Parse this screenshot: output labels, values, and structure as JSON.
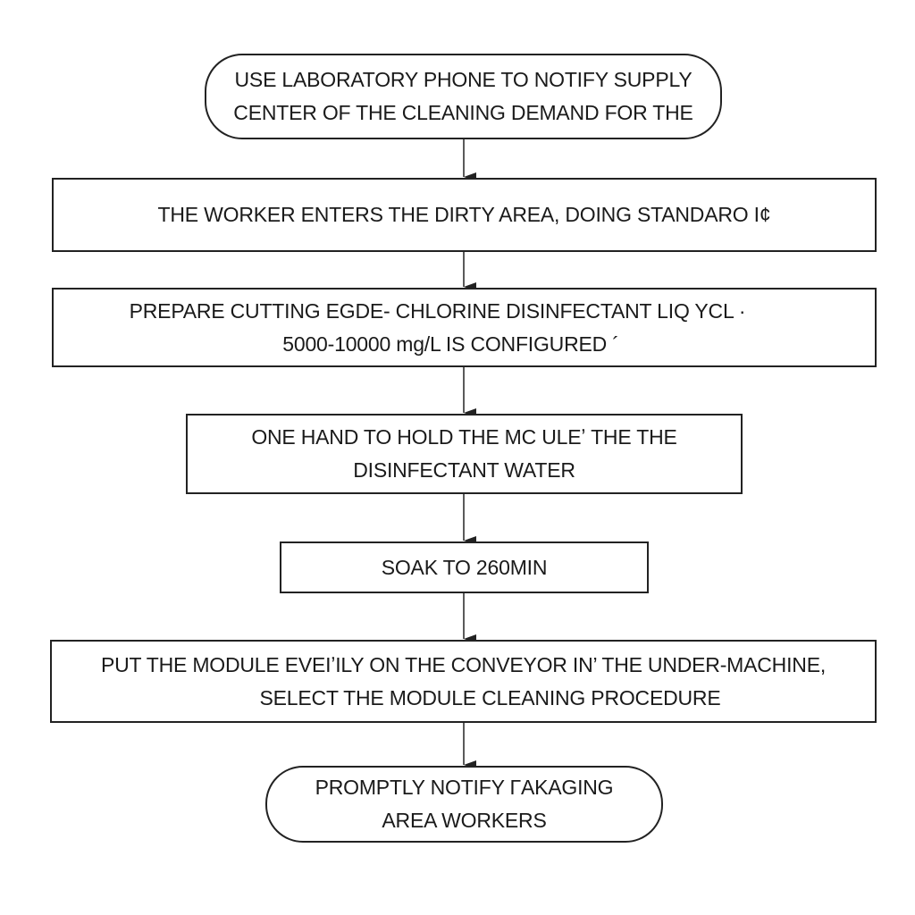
{
  "flowchart": {
    "steps": [
      {
        "shape": "terminal",
        "lines": [
          "USE LABORATORY PHONE TO NOTIFY SUPPLY",
          "CENTER OF THE CLEANING DEMAND FOR THE"
        ]
      },
      {
        "shape": "process",
        "lines": [
          "THE WORKER ENTERS THE DIRTY AREA, DOING STANDARO I¢"
        ]
      },
      {
        "shape": "process",
        "lines": [
          "PREPARE CUTTING EGDE- CHLORINE DISINFECTANT LIQ YCL ·",
          "5000-10000 mg/L IS CONFIGURED ´"
        ]
      },
      {
        "shape": "process",
        "lines": [
          "ONE HAND TO HOLD THE MC ULEʼ THE THE",
          "DISINFECTANT WATER"
        ]
      },
      {
        "shape": "process",
        "lines": [
          "SOAK TO 260MIN"
        ]
      },
      {
        "shape": "process",
        "lines": [
          "PUT THE MODULE EVEIʼILY ON THE CONVEYOR IN’ THE UNDER-MACHINE,",
          "SELECT THE MODULE CLEANING PROCEDURE"
        ]
      },
      {
        "shape": "terminal",
        "lines": [
          "PROMPTLY NOTIFY ΓAKAGING",
          "AREA WORKERS"
        ]
      }
    ]
  }
}
